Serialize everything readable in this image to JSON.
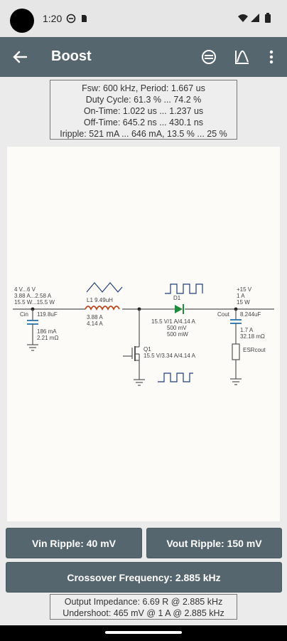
{
  "status": {
    "time": "1:20"
  },
  "appbar": {
    "title": "Boost"
  },
  "info": {
    "lines": [
      "Fsw: 600 kHz, Period: 1.667 us",
      "Duty Cycle: 61.3 % ... 74.2 %",
      "On-Time: 1.022 us ... 1.237 us",
      "Off-Time: 645.2 ns ... 430.1 ns",
      "Iripple: 521 mA ... 646 mA, 13.5 % ... 25 %"
    ]
  },
  "schematic": {
    "input": {
      "v": "4 V...6 V",
      "a": "3.88 A...2.58 A",
      "w": "15.5 W...15.5 W"
    },
    "cin": {
      "name": "Cin",
      "value": "119.8uF",
      "current": "186 mA",
      "esr": "2.21 mΩ"
    },
    "l1": {
      "label": "L1  9.49uH",
      "i1": "3.88 A",
      "i2": "4.14 A"
    },
    "d1": {
      "name": "D1",
      "rating": "15.5 V/1 A/4.14 A",
      "v": "500 mV",
      "p": "500 mW"
    },
    "q1": {
      "name": "Q1",
      "rating": "15.5 V/3.34 A/4.14 A"
    },
    "output": {
      "v": "+15 V",
      "a": "1 A",
      "w": "15 W"
    },
    "cout": {
      "name": "Cout",
      "value": "8.244uF",
      "current": "1.7 A",
      "esr": "32.18 mΩ",
      "esr_name": "ESRcout"
    }
  },
  "buttons": {
    "vin_ripple": "Vin Ripple: 40 mV",
    "vout_ripple": "Vout Ripple: 150 mV",
    "crossover": "Crossover Frequency: 2.885 kHz"
  },
  "bottom": {
    "impedance": "Output Impedance: 6.69 R @ 2.885 kHz",
    "undershoot": "Undershoot: 465 mV @ 1 A @ 2.885 kHz"
  },
  "colors": {
    "appbar": "#56666e",
    "inductor": "#b5451b",
    "diode": "#1e8a3c",
    "wire": "#444444",
    "label": "#444444"
  }
}
